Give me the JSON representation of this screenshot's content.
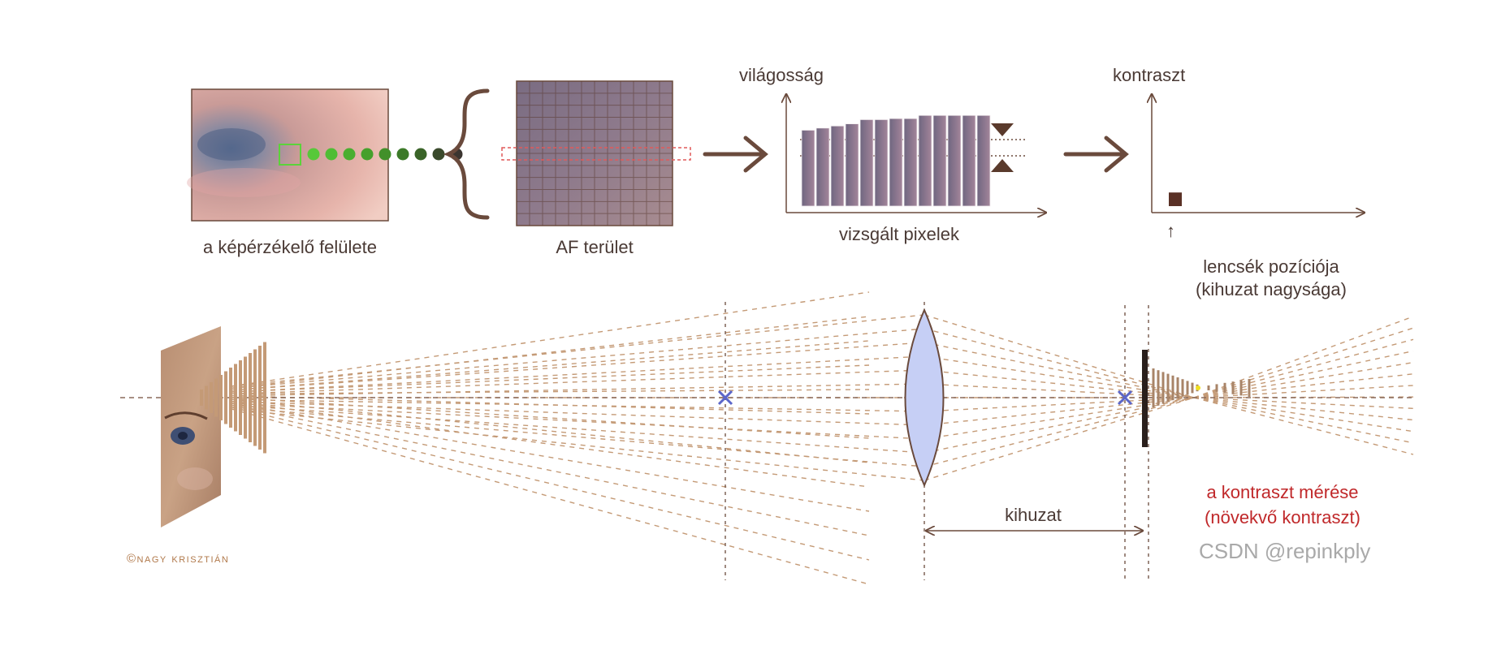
{
  "labels": {
    "sensor_surface": "a képérzékelő felülete",
    "af_area": "AF terület",
    "brightness_axis": "világosság",
    "examined_pixels": "vizsgált pixelek",
    "contrast_axis": "kontraszt",
    "lens_position_line1": "lencsék pozíciója",
    "lens_position_line2": "(kihuzat nagysága)",
    "extension": "kihuzat",
    "contrast_measure_line1": "a kontraszt mérése",
    "contrast_measure_line2": "(növekvő kontraszt)",
    "up_arrow": "↑",
    "copyright": "©nagy krisztián",
    "watermark": "CSDN @repinkply"
  },
  "colors": {
    "ink": "#5a3a2c",
    "ray": "#c49a76",
    "green": "#4caf2c",
    "lens_fill": "#c6cff5",
    "focus_mark": "#5b66c9",
    "red_text": "#c0282a"
  },
  "chart_data": [
    {
      "type": "bar",
      "title": "",
      "ylabel": "világosság",
      "xlabel": "vizsgált pixelek",
      "values": [
        0.72,
        0.74,
        0.76,
        0.78,
        0.82,
        0.82,
        0.83,
        0.83,
        0.86,
        0.86,
        0.86,
        0.86,
        0.86
      ],
      "ylim": [
        0,
        1
      ],
      "grid": false
    },
    {
      "type": "bar",
      "title": "",
      "ylabel": "kontraszt",
      "xlabel": "lencsék pozíciója (kihuzat nagysága)",
      "values": [
        0.12
      ],
      "ylim": [
        0,
        1
      ],
      "grid": false
    }
  ]
}
